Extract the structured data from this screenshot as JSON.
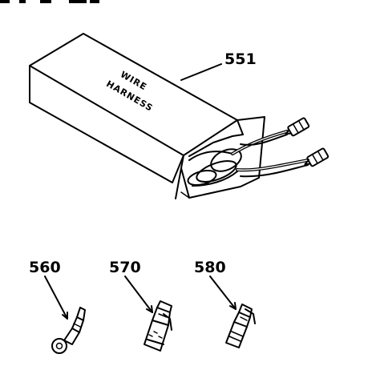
{
  "header_fragment": "- - - - -",
  "box": {
    "label_line1": "WIRE",
    "label_line2": "HARNESS",
    "part_number": "551"
  },
  "parts": [
    {
      "number": "560"
    },
    {
      "number": "570"
    },
    {
      "number": "580"
    }
  ]
}
